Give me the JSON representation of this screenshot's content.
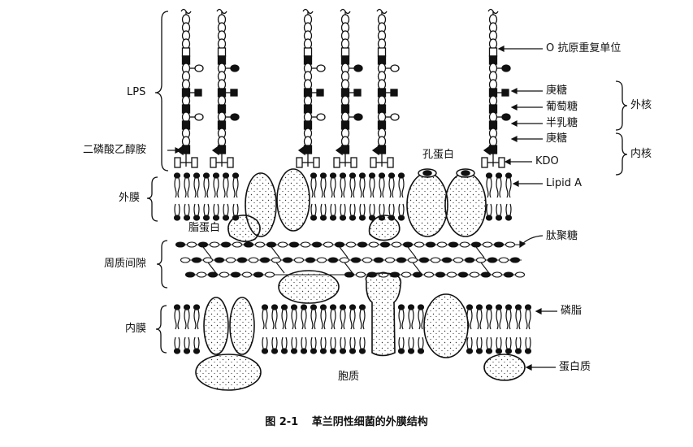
{
  "labels": {
    "lps": "LPS",
    "diphosphate": "二磷酸乙醇胺",
    "outer_membrane": "外膜",
    "lipoprotein": "脂蛋白",
    "periplasm": "周质间隙",
    "inner_membrane": "内膜",
    "o_antigen": "O 抗原重复单位",
    "heptose1": "庚糖",
    "glucose": "葡萄糖",
    "galactose": "半乳糖",
    "heptose2": "庚糖",
    "outer_core": "外核",
    "inner_core": "内核",
    "kdo": "KDO",
    "lipid_a": "Lipid  A",
    "porin": "孔蛋白",
    "peptidoglycan": "肽聚糖",
    "phospholipid": "磷脂",
    "protein": "蛋白质",
    "cytoplasm": "胞质"
  },
  "caption": {
    "number": "图 2-1",
    "title": "革兰阴性细菌的外膜结构"
  },
  "colors": {
    "ink": "#111111",
    "paper": "#ffffff"
  }
}
